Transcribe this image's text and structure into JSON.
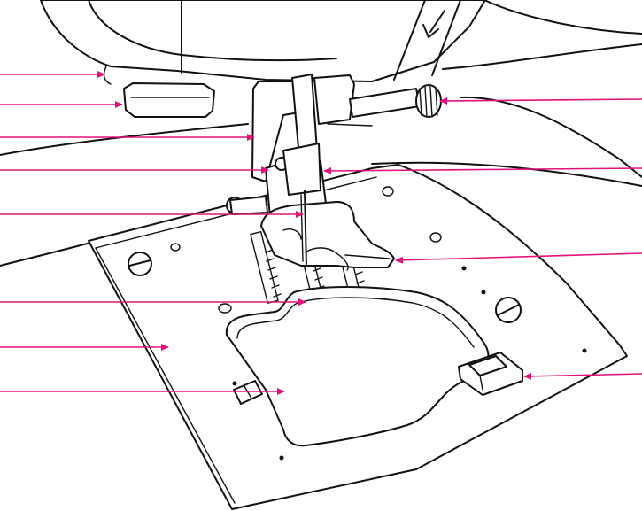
{
  "figure": {
    "subject": "sewing-machine-needle-and-presser-foot-area",
    "leader_color": "#e2127a",
    "ink_color": "#111111",
    "background": "#ffffff"
  },
  "callouts": [
    {
      "id": "callout-1",
      "side": "left"
    },
    {
      "id": "callout-2",
      "side": "left"
    },
    {
      "id": "callout-3",
      "side": "left"
    },
    {
      "id": "callout-4",
      "side": "left"
    },
    {
      "id": "callout-5",
      "side": "left"
    },
    {
      "id": "callout-6",
      "side": "left"
    },
    {
      "id": "callout-7",
      "side": "left"
    },
    {
      "id": "callout-8",
      "side": "left"
    },
    {
      "id": "callout-9",
      "side": "right"
    },
    {
      "id": "callout-10",
      "side": "right"
    },
    {
      "id": "callout-11",
      "side": "right"
    },
    {
      "id": "callout-12",
      "side": "right"
    }
  ],
  "icons": [
    "direction-arrow-icon",
    "slotted-screw-icon",
    "latch-button-icon"
  ]
}
